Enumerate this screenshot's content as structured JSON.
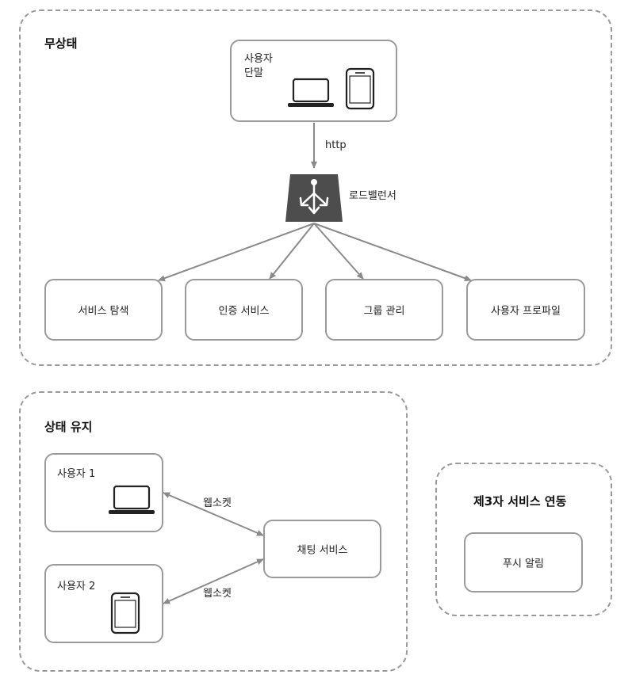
{
  "groups": {
    "stateless": "무상태",
    "stateful": "상태 유지",
    "third_party": "제3자 서비스 연동"
  },
  "stateless": {
    "user_device": [
      "사용자",
      "단말"
    ],
    "http_label": "http",
    "load_balancer": "로드밸런서",
    "services": [
      "서비스 탐색",
      "인증 서비스",
      "그룹 관리",
      "사용자 프로파일"
    ]
  },
  "stateful": {
    "user1": "사용자 1",
    "user2": "사용자 2",
    "websocket1": "웹소켓",
    "websocket2": "웹소켓",
    "chat_service": "채팅 서비스"
  },
  "third_party": {
    "push": "푸시 알림"
  },
  "icons": [
    "laptop-icon",
    "phone-icon",
    "load-balancer-icon"
  ],
  "colors": {
    "line": "#9a9a9a",
    "arrow": "#8a8a8a",
    "lb_fill": "#4d4d4d"
  }
}
